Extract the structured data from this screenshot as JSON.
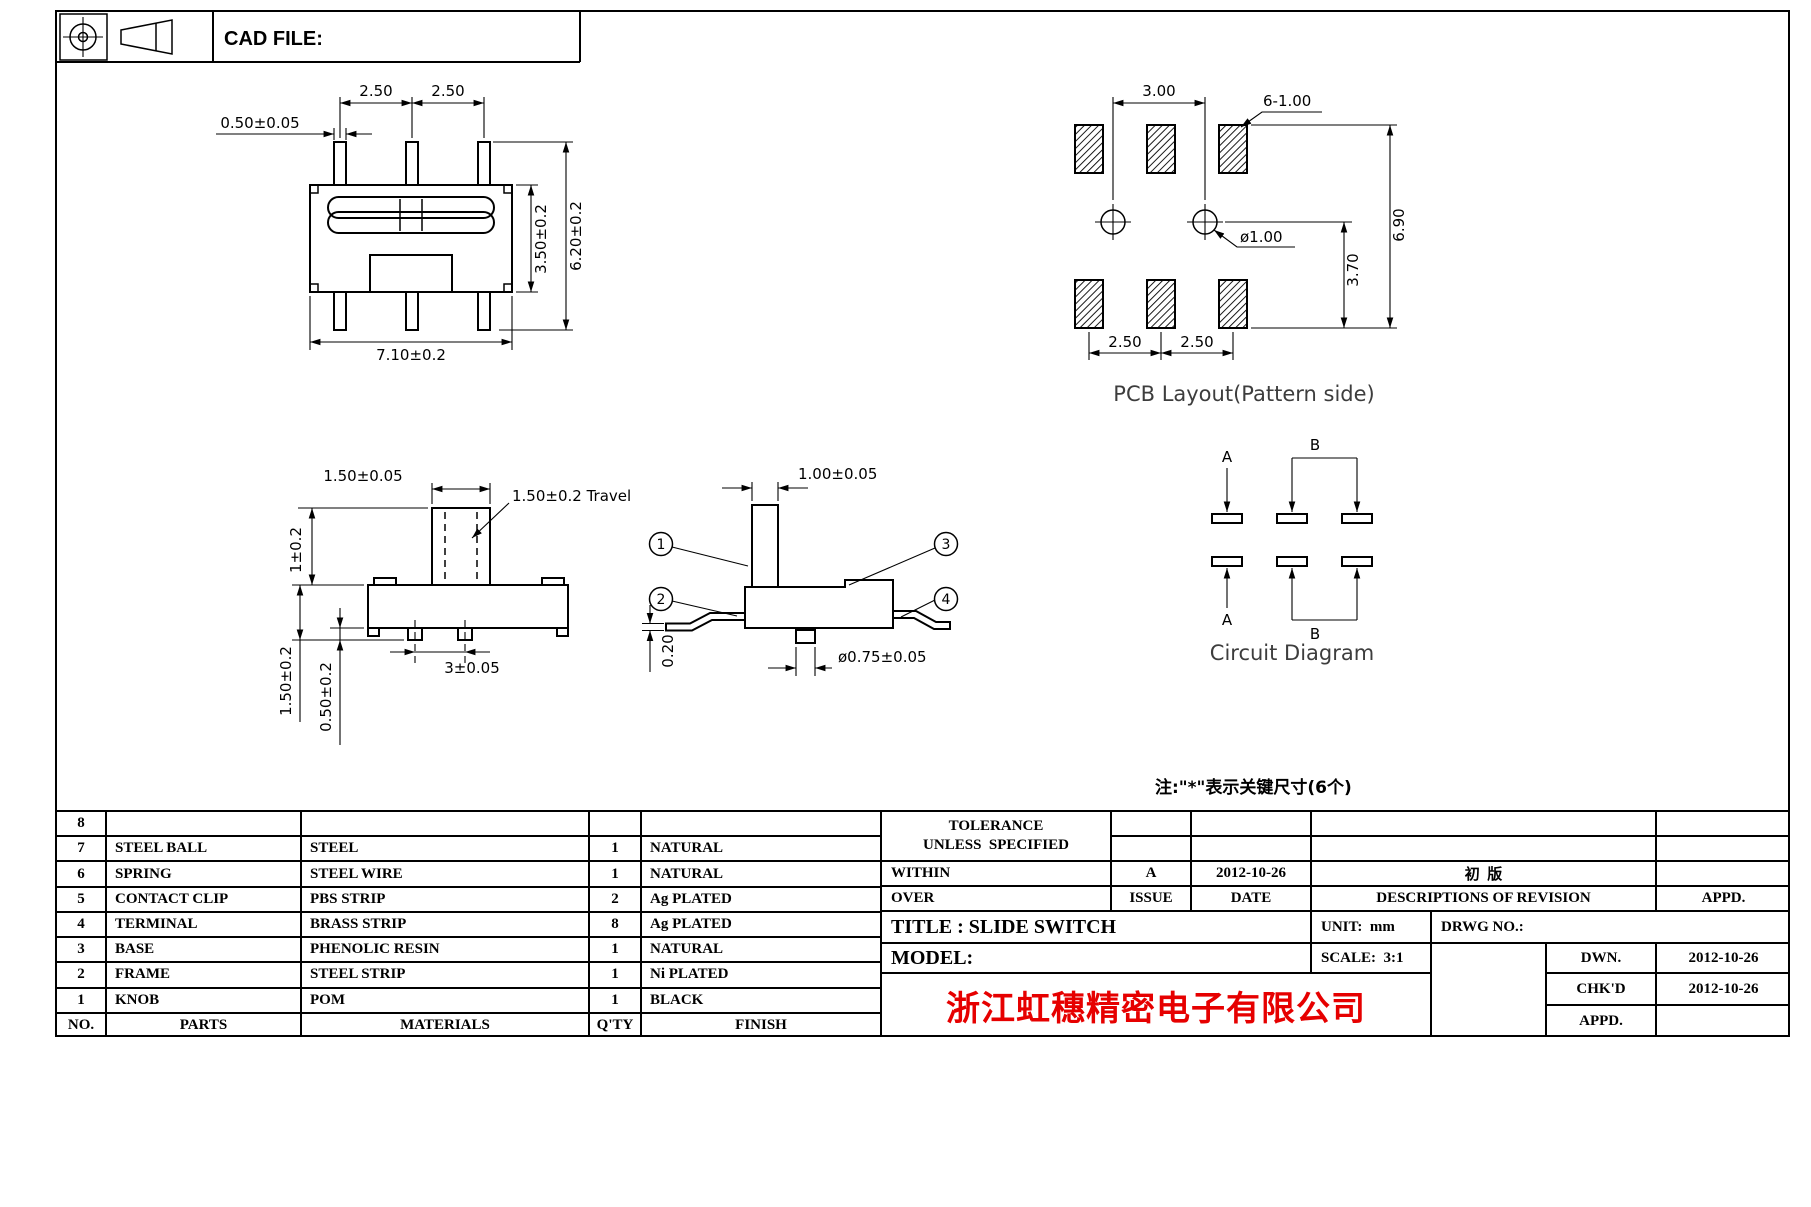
{
  "header": {
    "cad_file": "CAD FILE:"
  },
  "top_view": {
    "pin_width": "0.50±0.05",
    "pitch_left": "2.50",
    "pitch_right": "2.50",
    "body_depth": "3.50±0.2",
    "overall_depth": "6.20±0.2",
    "body_width": "7.10±0.2"
  },
  "pcb": {
    "hole_pitch": "3.00",
    "pad_spec": "6-1.00",
    "hole_dia": "ø1.00",
    "row_gap": "3.70",
    "overall": "6.90",
    "pitch_left": "2.50",
    "pitch_right": "2.50",
    "caption": "PCB Layout(Pattern side)"
  },
  "front_view": {
    "knob_width": "1.50±0.05",
    "travel": "1.50±0.2 Travel",
    "dim_h_top": "1±0.2",
    "dim_h_mid": "1.50±0.2",
    "dim_h_bot": "0.50±0.2",
    "pin_pitch": "3±0.05"
  },
  "side_view": {
    "knob_thickness": "1.00±0.05",
    "standoff": "0.20",
    "pin_dia": "ø0.75±0.05",
    "callout_1": "1",
    "callout_2": "2",
    "callout_3": "3",
    "callout_4": "4"
  },
  "circuit": {
    "a_top": "A",
    "b_top": "B",
    "a_bottom": "A",
    "b_bottom": "B",
    "caption": "Circuit Diagram"
  },
  "note": "注:\"*\"表示关键尺寸(6个)",
  "parts_table": {
    "headers": [
      "NO.",
      "PARTS",
      "MATERIALS",
      "Q'TY",
      "FINISH"
    ],
    "rows": [
      {
        "no": "8",
        "part": "",
        "material": "",
        "qty": "",
        "finish": ""
      },
      {
        "no": "7",
        "part": "STEEL BALL",
        "material": "STEEL",
        "qty": "1",
        "finish": "NATURAL"
      },
      {
        "no": "6",
        "part": "SPRING",
        "material": "STEEL WIRE",
        "qty": "1",
        "finish": "NATURAL"
      },
      {
        "no": "5",
        "part": "CONTACT CLIP",
        "material": "PBS STRIP",
        "qty": "2",
        "finish": "Ag PLATED"
      },
      {
        "no": "4",
        "part": "TERMINAL",
        "material": "BRASS STRIP",
        "qty": "8",
        "finish": "Ag PLATED"
      },
      {
        "no": "3",
        "part": "BASE",
        "material": "PHENOLIC RESIN",
        "qty": "1",
        "finish": "NATURAL"
      },
      {
        "no": "2",
        "part": "FRAME",
        "material": "STEEL STRIP",
        "qty": "1",
        "finish": "Ni PLATED"
      },
      {
        "no": "1",
        "part": "KNOB",
        "material": "POM",
        "qty": "1",
        "finish": "BLACK"
      }
    ]
  },
  "title_block": {
    "tolerance_1": "TOLERANCE",
    "tolerance_2": "UNLESS  SPECIFIED",
    "within": "WITHIN",
    "over": "OVER",
    "rev_letter": "A",
    "rev_date": "2012-10-26",
    "rev_desc": "初  版",
    "issue": "ISSUE",
    "date": "DATE",
    "descriptions": "DESCRIPTIONS OF REVISION",
    "appd_col": "APPD.",
    "title": "TITLE : SLIDE SWITCH",
    "unit": "UNIT:  mm",
    "drwg_no": "DRWG NO.:",
    "model": "MODEL:",
    "scale": "SCALE:  3:1",
    "dwn": "DWN.",
    "dwn_date": "2012-10-26",
    "chkd": "CHK'D",
    "chkd_date": "2012-10-26",
    "appd": "APPD.",
    "company": "浙江虹穗精密电子有限公司"
  }
}
